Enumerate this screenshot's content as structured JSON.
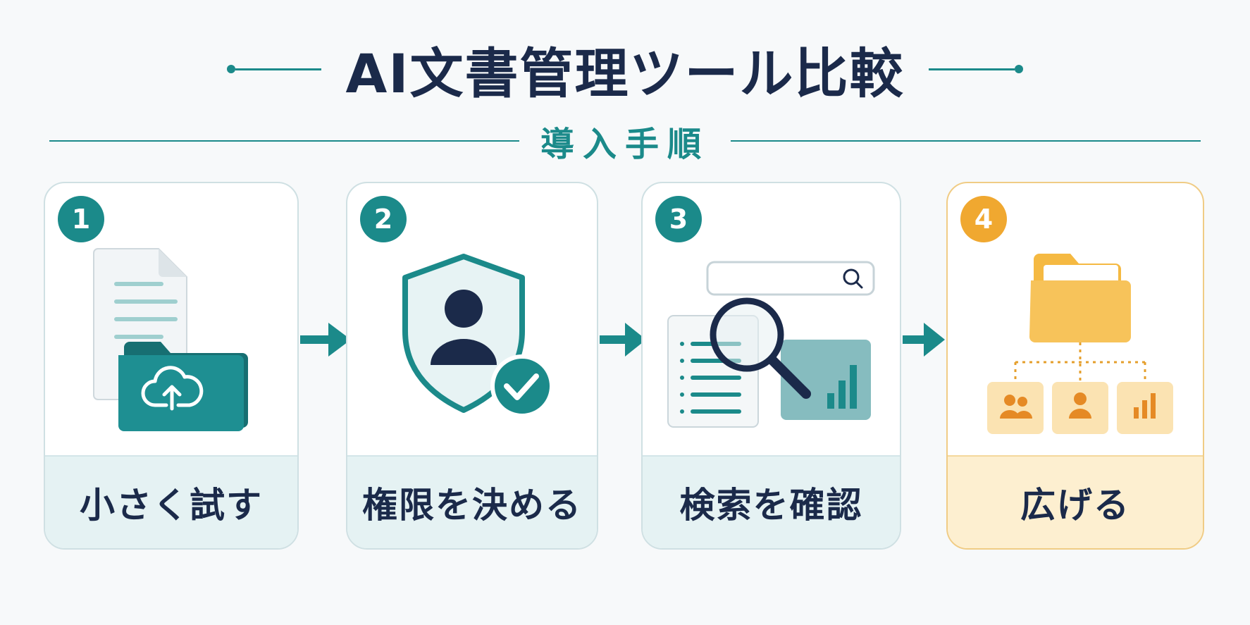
{
  "title": "AI文書管理ツール比較",
  "subtitle": "導入手順",
  "steps": [
    {
      "number": "1",
      "label": "小さく試す",
      "icon": "folder-upload-icon"
    },
    {
      "number": "2",
      "label": "権限を決める",
      "icon": "shield-user-check-icon"
    },
    {
      "number": "3",
      "label": "検索を確認",
      "icon": "search-document-chart-icon"
    },
    {
      "number": "4",
      "label": "広げる",
      "icon": "folder-hierarchy-icon"
    }
  ],
  "colors": {
    "teal": "#1b8a8a",
    "navy": "#1b2a4a",
    "gold": "#f0a830",
    "card_footer": "#e5f2f3",
    "gold_footer": "#fdefd0"
  }
}
